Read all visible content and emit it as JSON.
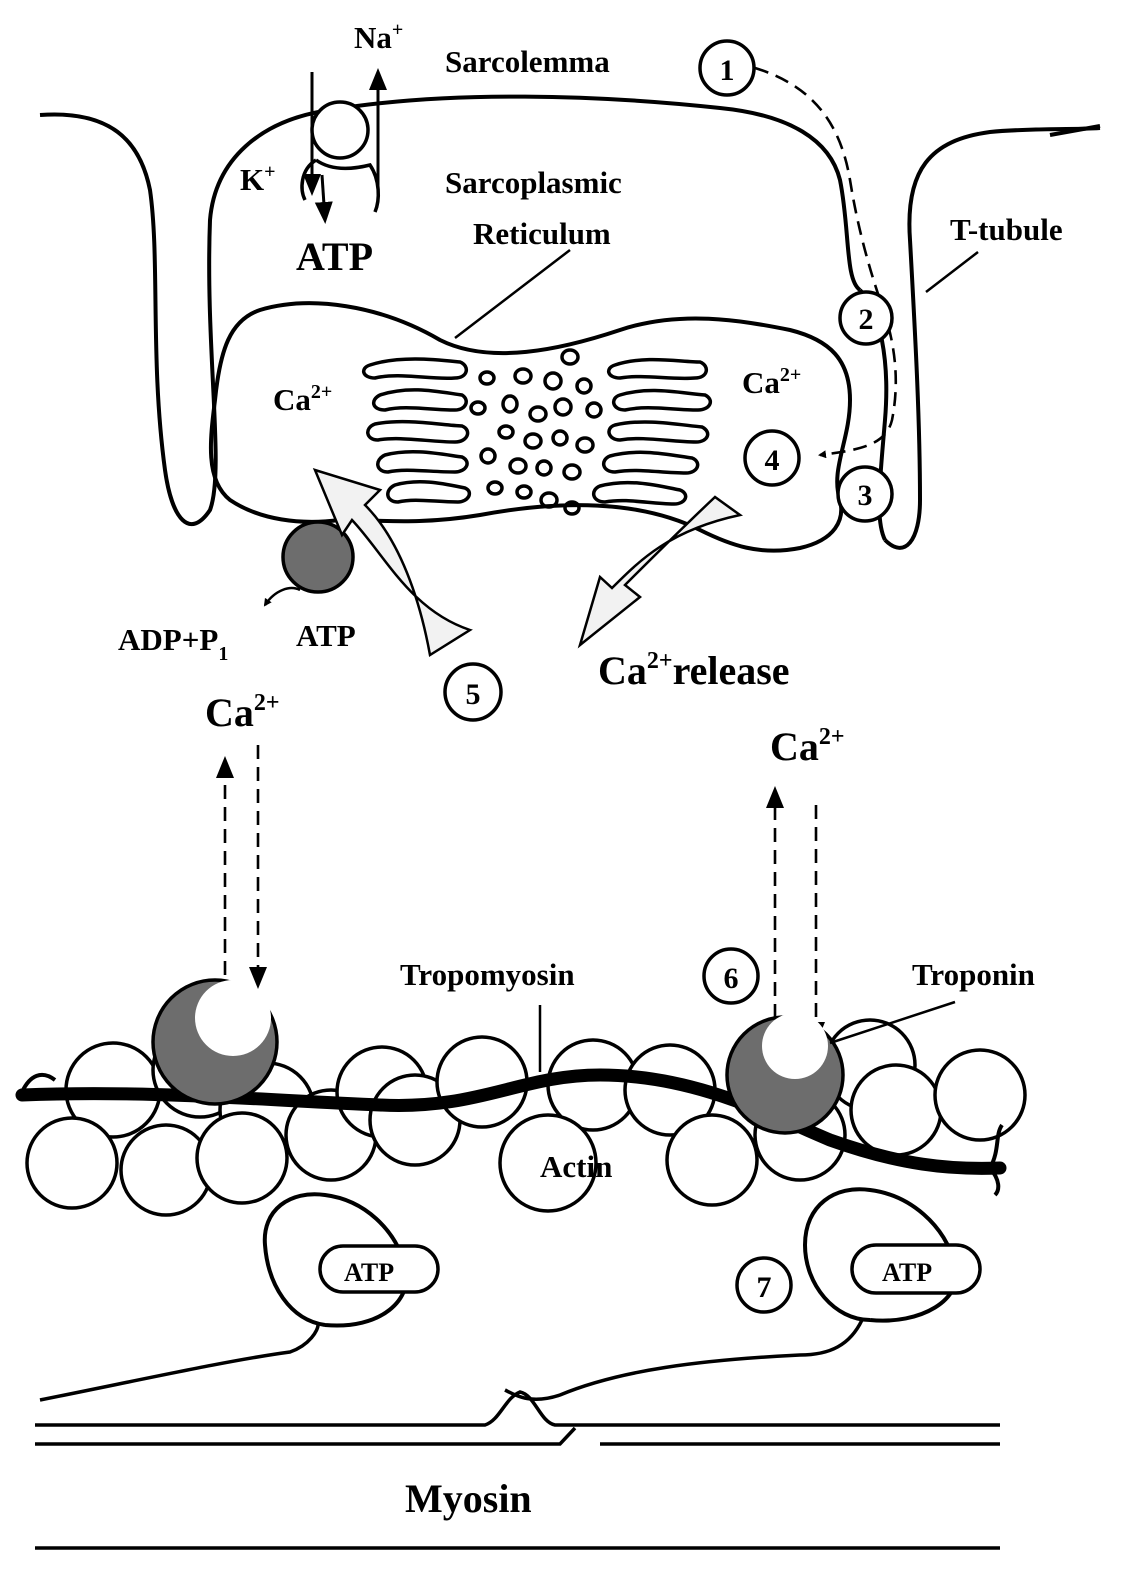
{
  "labels": {
    "na": "Na",
    "na_sup": "+",
    "k": "K",
    "k_sup": "+",
    "atp_pump": "ATP",
    "sarcolemma": "Sarcolemma",
    "sarcoplasmic": "Sarcoplasmic",
    "reticulum": "Reticulum",
    "t_tubule": "T-tubule",
    "ca_left": "Ca",
    "ca_left_sup": "2+",
    "ca_right": "Ca",
    "ca_right_sup": "2+",
    "adp": "ADP+P",
    "adp_sub": "1",
    "atp_serca": "ATP",
    "ca_release": "Ca",
    "ca_release_sup": "2+",
    "ca_release_word": "release",
    "ca_cyto_left": "Ca",
    "ca_cyto_left_sup": "2+",
    "ca_cyto_right": "Ca",
    "ca_cyto_right_sup": "2+",
    "tropomyosin": "Tropomyosin",
    "troponin": "Troponin",
    "actin": "Actin",
    "atp_head_left": "ATP",
    "atp_head_right": "ATP",
    "myosin": "Myosin"
  },
  "steps": [
    "1",
    "2",
    "3",
    "4",
    "5",
    "6",
    "7"
  ]
}
